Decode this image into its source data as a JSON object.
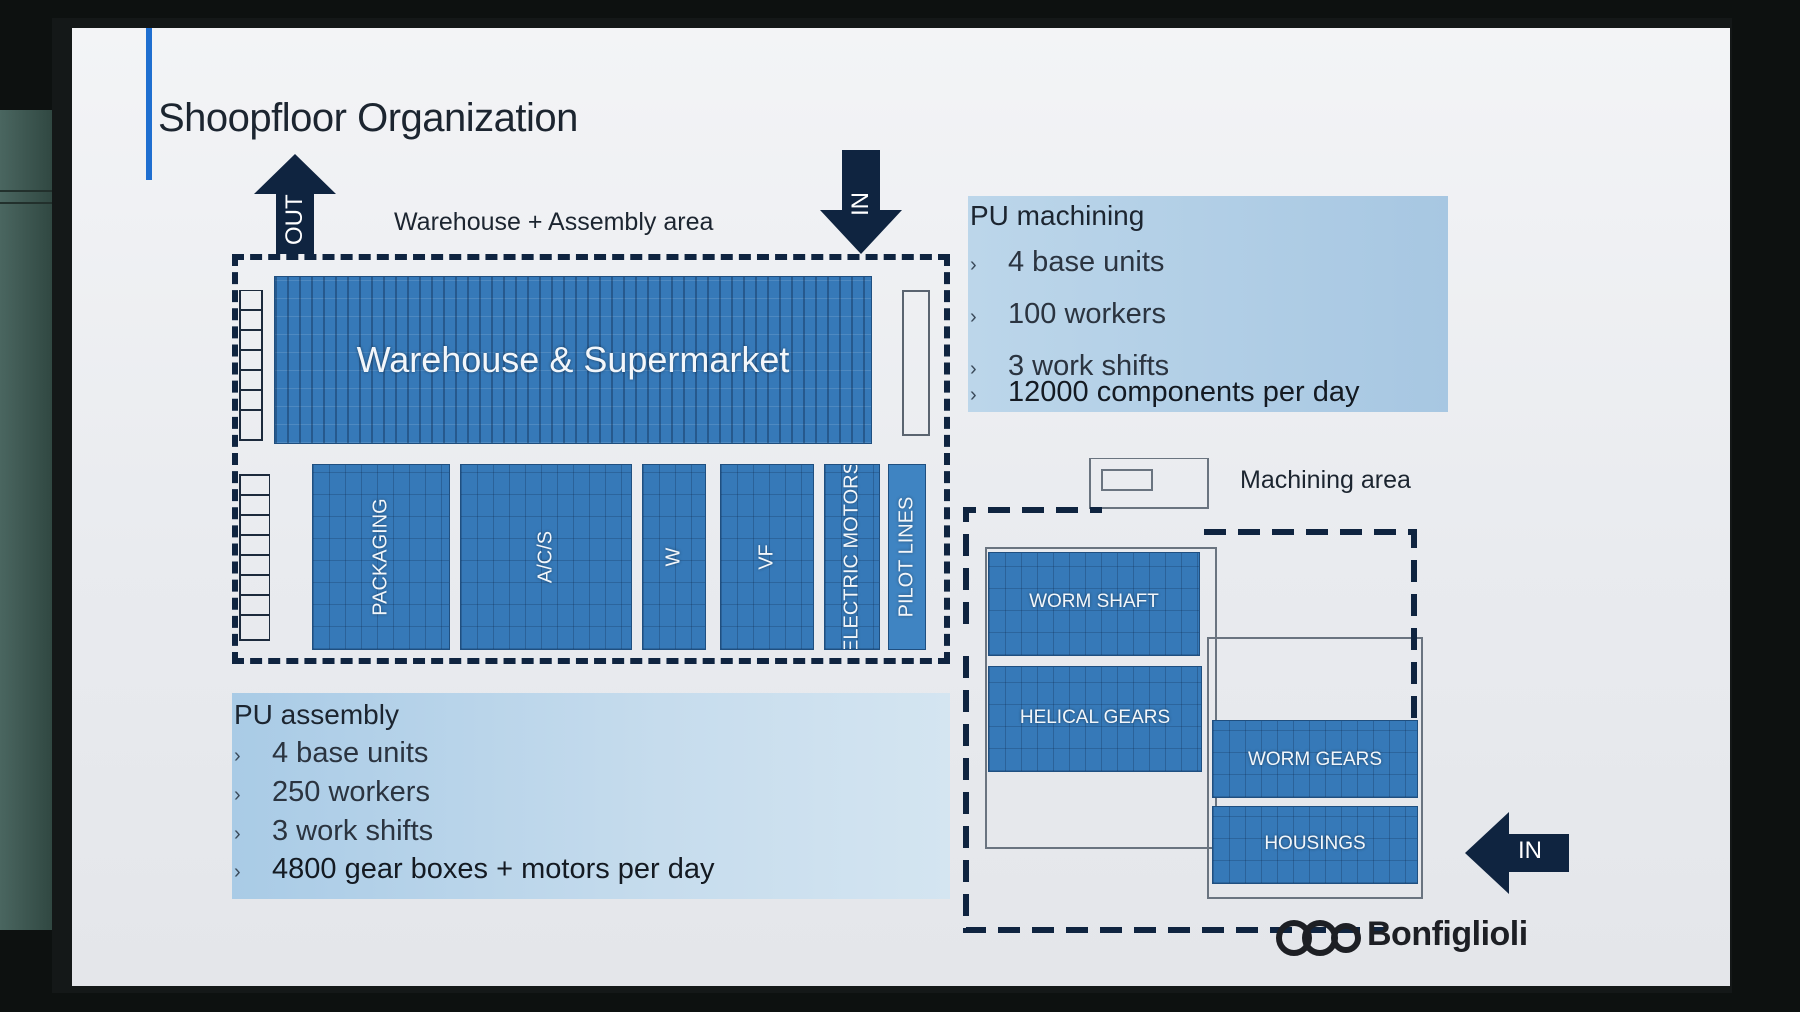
{
  "slide": {
    "title": "Shoopfloor Organization",
    "warehouse_area_label": "Warehouse + Assembly area",
    "machining_area_label": "Machining area",
    "arrows": {
      "out_label": "OUT",
      "in_top_label": "IN",
      "in_right_label": "IN"
    },
    "warehouse": {
      "label": "Warehouse & Supermarket"
    },
    "assembly_blocks": [
      {
        "label": "PACKAGING"
      },
      {
        "label": "A/C/S"
      },
      {
        "label": "W"
      },
      {
        "label": "VF"
      },
      {
        "label": "ELECTRIC MOTORS"
      },
      {
        "label": "PILOT LINES"
      }
    ],
    "machining_blocks": [
      {
        "label": "WORM SHAFT"
      },
      {
        "label": "HELICAL GEARS"
      },
      {
        "label": "WORM GEARS"
      },
      {
        "label": "HOUSINGS"
      }
    ],
    "pu_machining": {
      "title": "PU machining",
      "items": [
        "4 base units",
        "100 workers",
        "3 work shifts",
        "12000 components per day"
      ]
    },
    "pu_assembly": {
      "title": "PU assembly",
      "items": [
        "4 base units",
        "250 workers",
        "3 work shifts",
        "4800 gear boxes + motors per day"
      ]
    },
    "brand": {
      "name": "Bonfiglioli",
      "logo_icon": "bonfiglioli-logo-icon"
    }
  },
  "colors": {
    "accent": "#1f6fd0",
    "block_blue": "#3679b8",
    "dark_navy": "#0f2440",
    "info_box": "#a7c7e2"
  }
}
